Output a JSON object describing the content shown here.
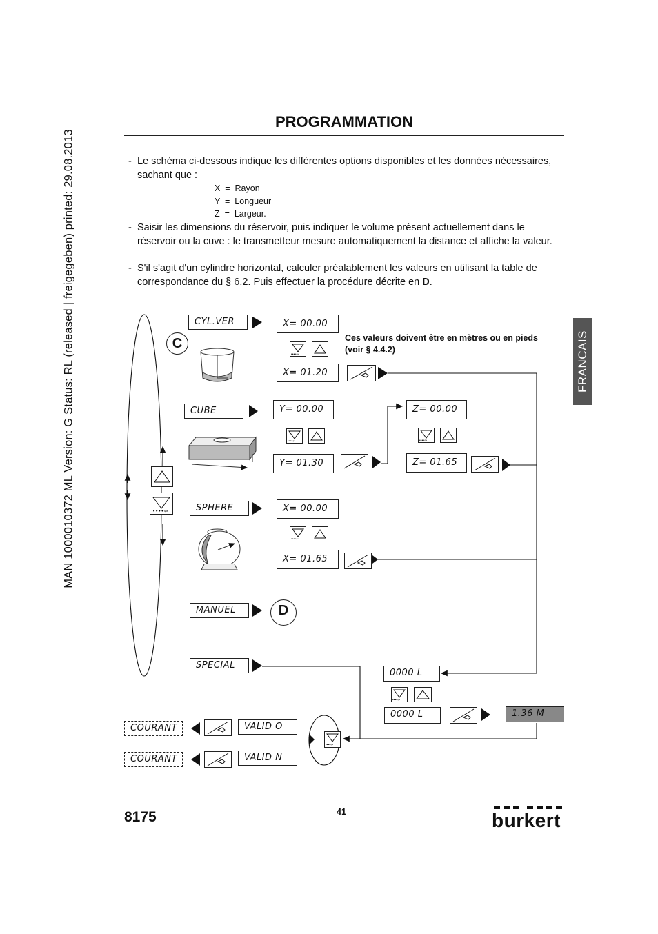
{
  "sidebar_text": "MAN  1000010372  ML  Version: G  Status: RL (released | freigegeben)  printed: 29.08.2013",
  "title": "PROGRAMMATION",
  "language_tab": "FRANCAIS",
  "intro": {
    "p1": "Le schéma ci-dessous indique les différentes options disponibles et les données nécessaires, sachant que :",
    "definitions": [
      "X  =  Rayon",
      "Y  =  Longueur",
      "Z  =  Largeur."
    ],
    "p2": "Saisir les dimensions du réservoir, puis indiquer le volume présent actuellement dans le réservoir ou la cuve : le transmetteur mesure automatiquement la distance et affiche la valeur.",
    "p3_text": "S'il s'agit d'un cylindre horizontal, calculer préalablement les valeurs en utilisant la table de correspondance du § 6.2. Puis effectuer la procédure décrite en ",
    "p3_bold": "D",
    "p3_end": "."
  },
  "note": "Ces valeurs doivent être en mètres ou en pieds (voir § 4.4.2)",
  "markers": {
    "c": "C",
    "d": "D"
  },
  "menu": {
    "cyl_ver": "CYL.VER",
    "cube": "CUBE",
    "sphere": "SPHERE",
    "manuel": "MANUEL",
    "special": "SPECIAL"
  },
  "displays": {
    "cyl_x0": "X= 00.00",
    "cyl_x1": "X= 01.20",
    "cube_y0": "Y= 00.00",
    "cube_y1": "Y= 01.30",
    "cube_z0": "Z= 00.00",
    "cube_z1": "Z= 01.65",
    "sphere_x0": "X= 00.00",
    "sphere_x1": "X= 01.65",
    "vol0": "0000 L",
    "vol1": "0000 L",
    "result": "1.36 M",
    "valid_o": "VALID O",
    "valid_n": "VALID N",
    "courant1": "COURANT",
    "courant2": "COURANT"
  },
  "footer": {
    "model": "8175",
    "page": "41",
    "brand": "burkert"
  },
  "colors": {
    "tab_bg": "#555555",
    "result_bg": "#888888"
  }
}
